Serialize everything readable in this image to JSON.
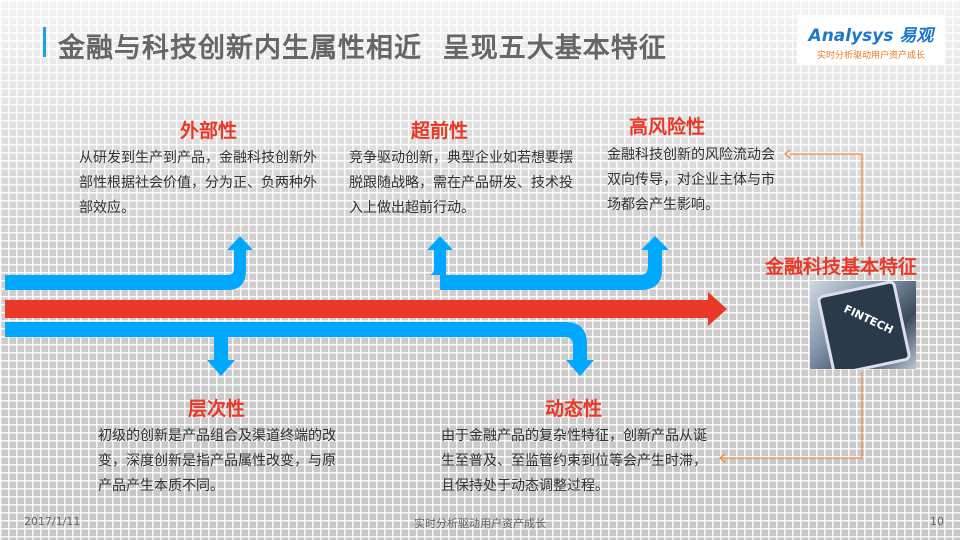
{
  "title": "金融与科技创新内生属性相近  呈现五大基本特征",
  "logo": {
    "brand": "Analysys 易观",
    "tagline": "实时分析驱动用户资产成长"
  },
  "features": [
    {
      "head": "外部性",
      "desc": "从研发到生产到产品，金融科技创新外部性根据社会价值，分为正、负两种外部效应。"
    },
    {
      "head": "超前性",
      "desc": "竞争驱动创新，典型企业如若想要摆脱跟随战略，需在产品研发、技术投入上做出超前行动。"
    },
    {
      "head": "高风险性",
      "desc": "金融科技创新的风险流动会双向传导，对企业主体与市场都会产生影响。"
    },
    {
      "head": "层次性",
      "desc": "初级的创新是产品组合及渠道终端的改变，深度创新是指产品属性改变，与原产品产生本质不同。"
    },
    {
      "head": "动态性",
      "desc": "由于金融产品的复杂性特征，创新产品从诞生至普及、至监管约束到位等会产生时滞，且保持处于动态调整过程。"
    }
  ],
  "center": {
    "label": "金融科技基本特征",
    "image_text": "FINTECH"
  },
  "footer": {
    "date": "2017/1/11",
    "slogan": "实时分析驱动用户资产成长",
    "page": "10"
  },
  "colors": {
    "blue": "#00a8ff",
    "red": "#e83828",
    "orange": "#f08a3c"
  }
}
